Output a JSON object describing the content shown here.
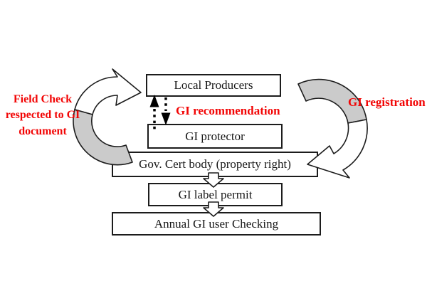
{
  "figure": {
    "type": "flow-diagram",
    "title": "GI certification process diagram",
    "boxes": [
      {
        "id": "local-producers",
        "label": "Local Producers"
      },
      {
        "id": "gi-protector",
        "label": "GI protector"
      },
      {
        "id": "gov-cert-body",
        "label": "Gov. Cert body (property right)"
      },
      {
        "id": "gi-label-permit",
        "label": "GI label permit"
      },
      {
        "id": "annual-gi-user-checking",
        "label": "Annual GI user Checking"
      }
    ],
    "annotations": {
      "field_check": "Field Check respected to GI document",
      "gi_recommendation": "GI recommendation",
      "gi_registration": "GI registration"
    },
    "arrows": {
      "left_cycle": "curved arrow from Gov. Cert body up to Local Producers (field check)",
      "right_cycle": "curved arrow from Local Producers down to Gov. Cert body (registration)",
      "dotted_pair": "dotted double arrows between Local Producers and GI protector",
      "down_flow_1": "hollow arrow Gov. Cert body to GI label permit",
      "down_flow_2": "hollow arrow GI label permit to Annual GI user Checking"
    },
    "colors": {
      "annotation_red": "#f20505",
      "arrow_fill_gray": "#cbcbcb",
      "arrow_fill_white": "#ffffff",
      "line_black": "#1c1c1c"
    }
  }
}
